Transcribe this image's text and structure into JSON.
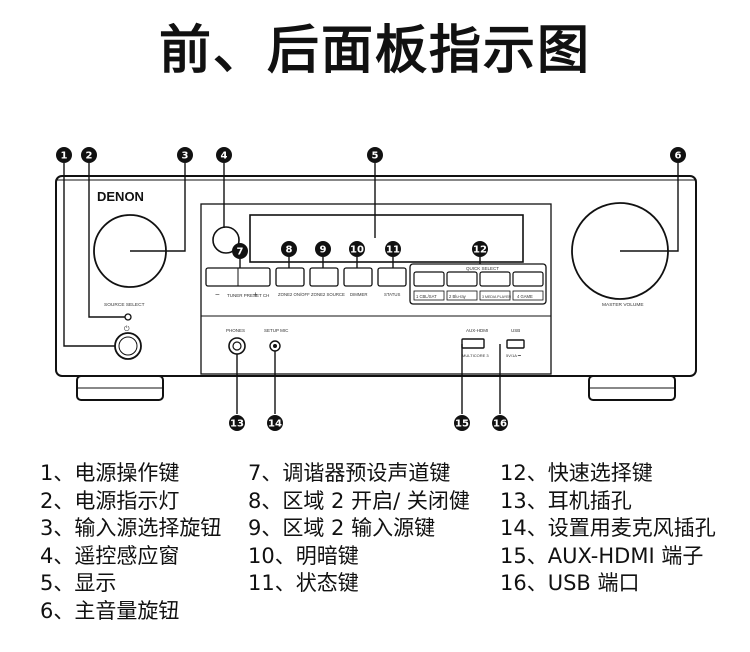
{
  "title": "前、后面板指示图",
  "panel": {
    "brand": "DENON",
    "source_select": "SOURCE SELECT",
    "master_volume": "MASTER VOLUME",
    "tuner_preset": "TUNER PRESET CH",
    "tuner_minus": "−",
    "tuner_plus": "+",
    "zone2_onoff": "ZONE2 ON/OFF",
    "zone2_source": "ZONE2 SOURCE",
    "dimmer": "DIMMER",
    "status": "STATUS",
    "quick_select": "QUICK SELECT",
    "qs1": "1 CBL/SAT",
    "qs2": "2 Blu-ray",
    "qs3": "3 MEDIA PLAYER",
    "qs4": "4 GAME",
    "phones": "PHONES",
    "setup_mic": "SETUP MIC",
    "aux_hdmi": "AUX-HDMI",
    "hdmi_sub": "MULTICORE 3",
    "usb_top": "USB",
    "usb_sub": "5V/1A ⎓"
  },
  "callouts": [
    "1",
    "2",
    "3",
    "4",
    "5",
    "6",
    "7",
    "8",
    "9",
    "10",
    "11",
    "12",
    "13",
    "14",
    "15",
    "16"
  ],
  "legend": {
    "col1": [
      "1、电源操作键",
      "2、电源指示灯",
      "3、输入源选择旋钮",
      "4、遥控感应窗",
      "5、显示",
      "6、主音量旋钮"
    ],
    "col2": [
      "7、调谐器预设声道键",
      "8、区域 2  开启/ 关闭健",
      "9、区域 2  输入源键",
      "10、明暗键",
      "11、状态键"
    ],
    "col3": [
      "12、快速选择键",
      "13、耳机插孔",
      "14、设置用麦克风插孔",
      "15、AUX-HDMI  端子",
      "16、USB  端口"
    ]
  }
}
